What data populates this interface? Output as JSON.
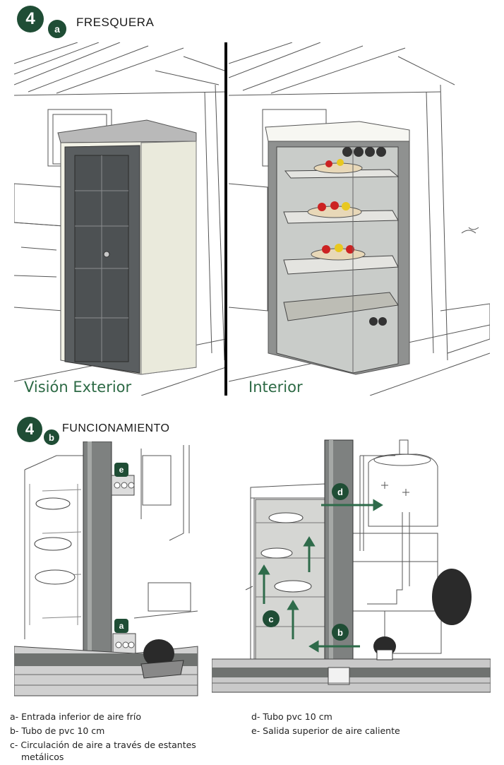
{
  "section_a": {
    "number": "4",
    "letter": "a",
    "title": "FRESQUERA"
  },
  "captions": {
    "exterior": "Visión Exterior",
    "interior": "Interior"
  },
  "section_b": {
    "number": "4",
    "letter": "b",
    "title": "FUNCIONAMIENTO"
  },
  "markers": {
    "a": "a",
    "b": "b",
    "c": "c",
    "d": "d",
    "e": "e"
  },
  "legend": {
    "a": "a- Entrada inferior de aire frío",
    "b": "b- Tubo de pvc 10 cm",
    "c1": "c- Circulación de aire a través de estantes",
    "c2": "metálicos",
    "d": "d- Tubo pvc 10 cm",
    "e": "e- Salida superior de aire caliente"
  },
  "colors": {
    "brand_green": "#1f4d35",
    "caption_green": "#2d6a45",
    "arrow_green": "#2e6b4a",
    "door_dark": "#55595c"
  }
}
